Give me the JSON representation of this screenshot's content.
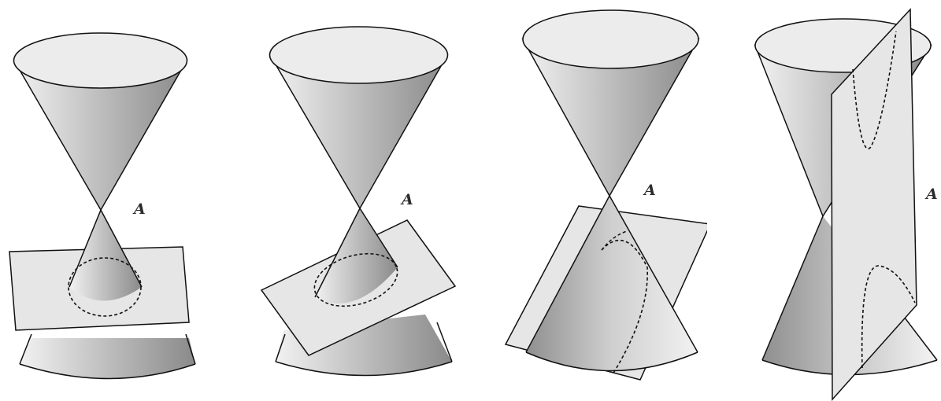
{
  "figure": {
    "panels": [
      {
        "label": "A"
      },
      {
        "label": "A"
      },
      {
        "label": "A"
      },
      {
        "label": "A"
      }
    ]
  },
  "colors": {
    "stroke": "#111111",
    "plane_fill": "#e8e8e8",
    "cone_light": "#f4f4f4",
    "cone_dark": "#8e8e8e",
    "top_ellipse": "#ececec"
  }
}
